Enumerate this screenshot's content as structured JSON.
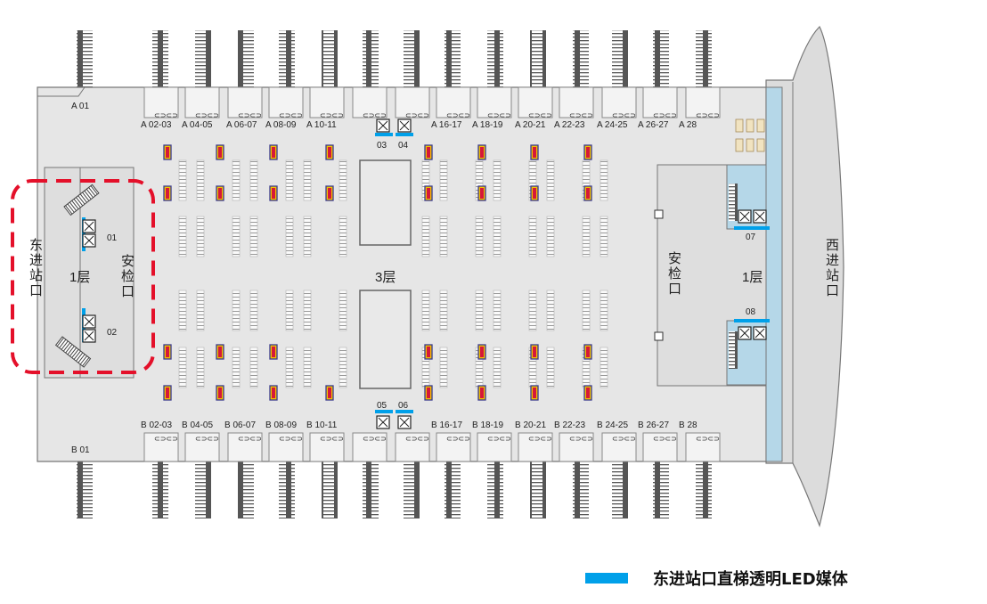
{
  "colors": {
    "media": "#00a0e9",
    "highlight": "#e4102a",
    "floor": "#e6e6e6",
    "wall": "#777777",
    "lightbox_fill": "#f2c200",
    "lightbox_border": "#d5183a",
    "lightbox_edge": "#3a3a8c",
    "track": "#555555"
  },
  "top_gates": [
    "A 02-03",
    "A 04-05",
    "A 06-07",
    "A 08-09",
    "A 10-11",
    "A 16-17",
    "A 18-19",
    "A 20-21",
    "A 22-23",
    "A 24-25",
    "A 26-27",
    "A 28"
  ],
  "bottom_gates": [
    "B 02-03",
    "B 04-05",
    "B 06-07",
    "B 08-09",
    "B 10-11",
    "B 16-17",
    "B 18-19",
    "B 20-21",
    "B 22-23",
    "B 24-25",
    "B 26-27",
    "B 28"
  ],
  "corner_labels": {
    "a01": "A 01",
    "b01": "B 01"
  },
  "elevators": [
    "01",
    "02",
    "03",
    "04",
    "05",
    "06",
    "07",
    "08"
  ],
  "areas": {
    "east_entrance": "东进站口",
    "west_entrance": "西进站口",
    "security_check": "安检口",
    "floor_1": "1层",
    "floor_3": "3层"
  },
  "legend": {
    "label": "东进站口直梯透明LED媒体",
    "icon": "blue-bar"
  }
}
